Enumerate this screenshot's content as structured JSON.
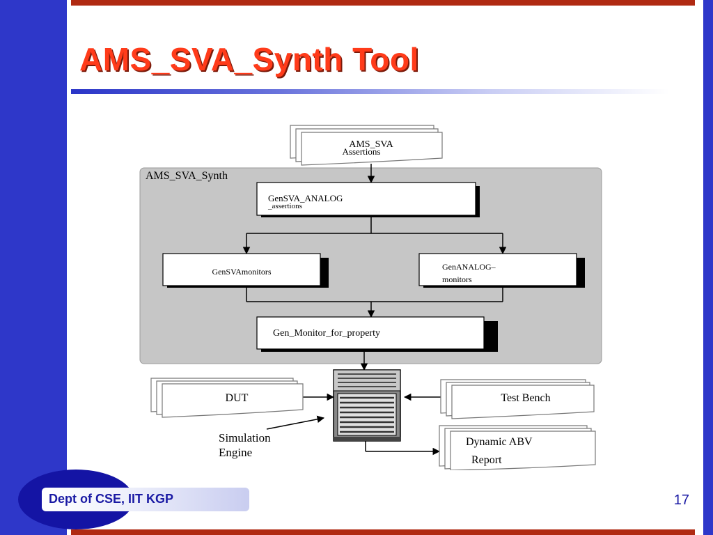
{
  "slide": {
    "title": "AMS_SVA_Synth Tool",
    "footer": "Dept of CSE, IIT KGP",
    "page_number": "17"
  },
  "diagram": {
    "input_doc": [
      "AMS_SVA",
      "Assertions"
    ],
    "group_label": "AMS_SVA_Synth",
    "box_gen_analog": [
      "GenSVA_ANALOG",
      "_assertions"
    ],
    "box_gen_sva_monitors": "GenSVAmonitors",
    "box_gen_analog_monitors": [
      "GenANALOG–",
      "monitors"
    ],
    "box_gen_monitor": "Gen_Monitor_for_property",
    "dut": "DUT",
    "test_bench": "Test Bench",
    "report": [
      "Dynamic ABV",
      "Report"
    ],
    "sim_engine": [
      "Simulation",
      "Engine"
    ]
  },
  "colors": {
    "band": "#2e37c9",
    "rule": "#b02a12",
    "title": "#ff3b1a",
    "group_fill": "#c6c6c6",
    "footer_text": "#1a1aa4"
  }
}
